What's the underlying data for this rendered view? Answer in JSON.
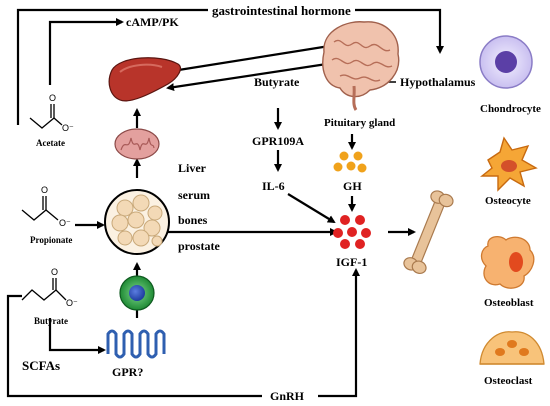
{
  "labels": {
    "gastrointestinal_hormone": "gastrointestinal hormone",
    "camp_pk": "cAMP/PK",
    "butyrate_top": "Butyrate",
    "hypothalamus": "Hypothalamus",
    "pituitary_gland": "Pituitary gland",
    "gpr109a": "GPR109A",
    "il6": "IL-6",
    "gh": "GH",
    "igf1": "IGF-1",
    "liver": "Liver",
    "serum": "serum",
    "bones": "bones",
    "prostate": "prostate",
    "acetate": "Acetate",
    "propionate": "Propionate",
    "butyrate_left": "Butyrate",
    "scfas": "SCFAs",
    "gpr": "GPR?",
    "gnrh": "GnRH",
    "chondrocyte": "Chondrocyte",
    "osteocyte": "Osteocyte",
    "osteoblast": "Osteoblast",
    "osteoclast": "Osteoclast",
    "anion_charge": "O⁻",
    "oxygen": "O"
  },
  "colors": {
    "liver": "#b8342a",
    "mitochondrion": "#e3a09e",
    "adipocyte": "#f3d9b6",
    "cell_outer": "#1f9a3c",
    "cell_nucleus": "#2a4fb3",
    "receptor": "#5b8fd6",
    "brain": "#e9b7a2",
    "gh_dots": "#f0a21b",
    "igf_dots": "#e02222",
    "bone": "#e8c39a",
    "chondrocyte": "#a89ad6",
    "osteocyte": "#f08a1a",
    "osteoblast": "#f29a4a",
    "osteoclast": "#f5b45c"
  }
}
